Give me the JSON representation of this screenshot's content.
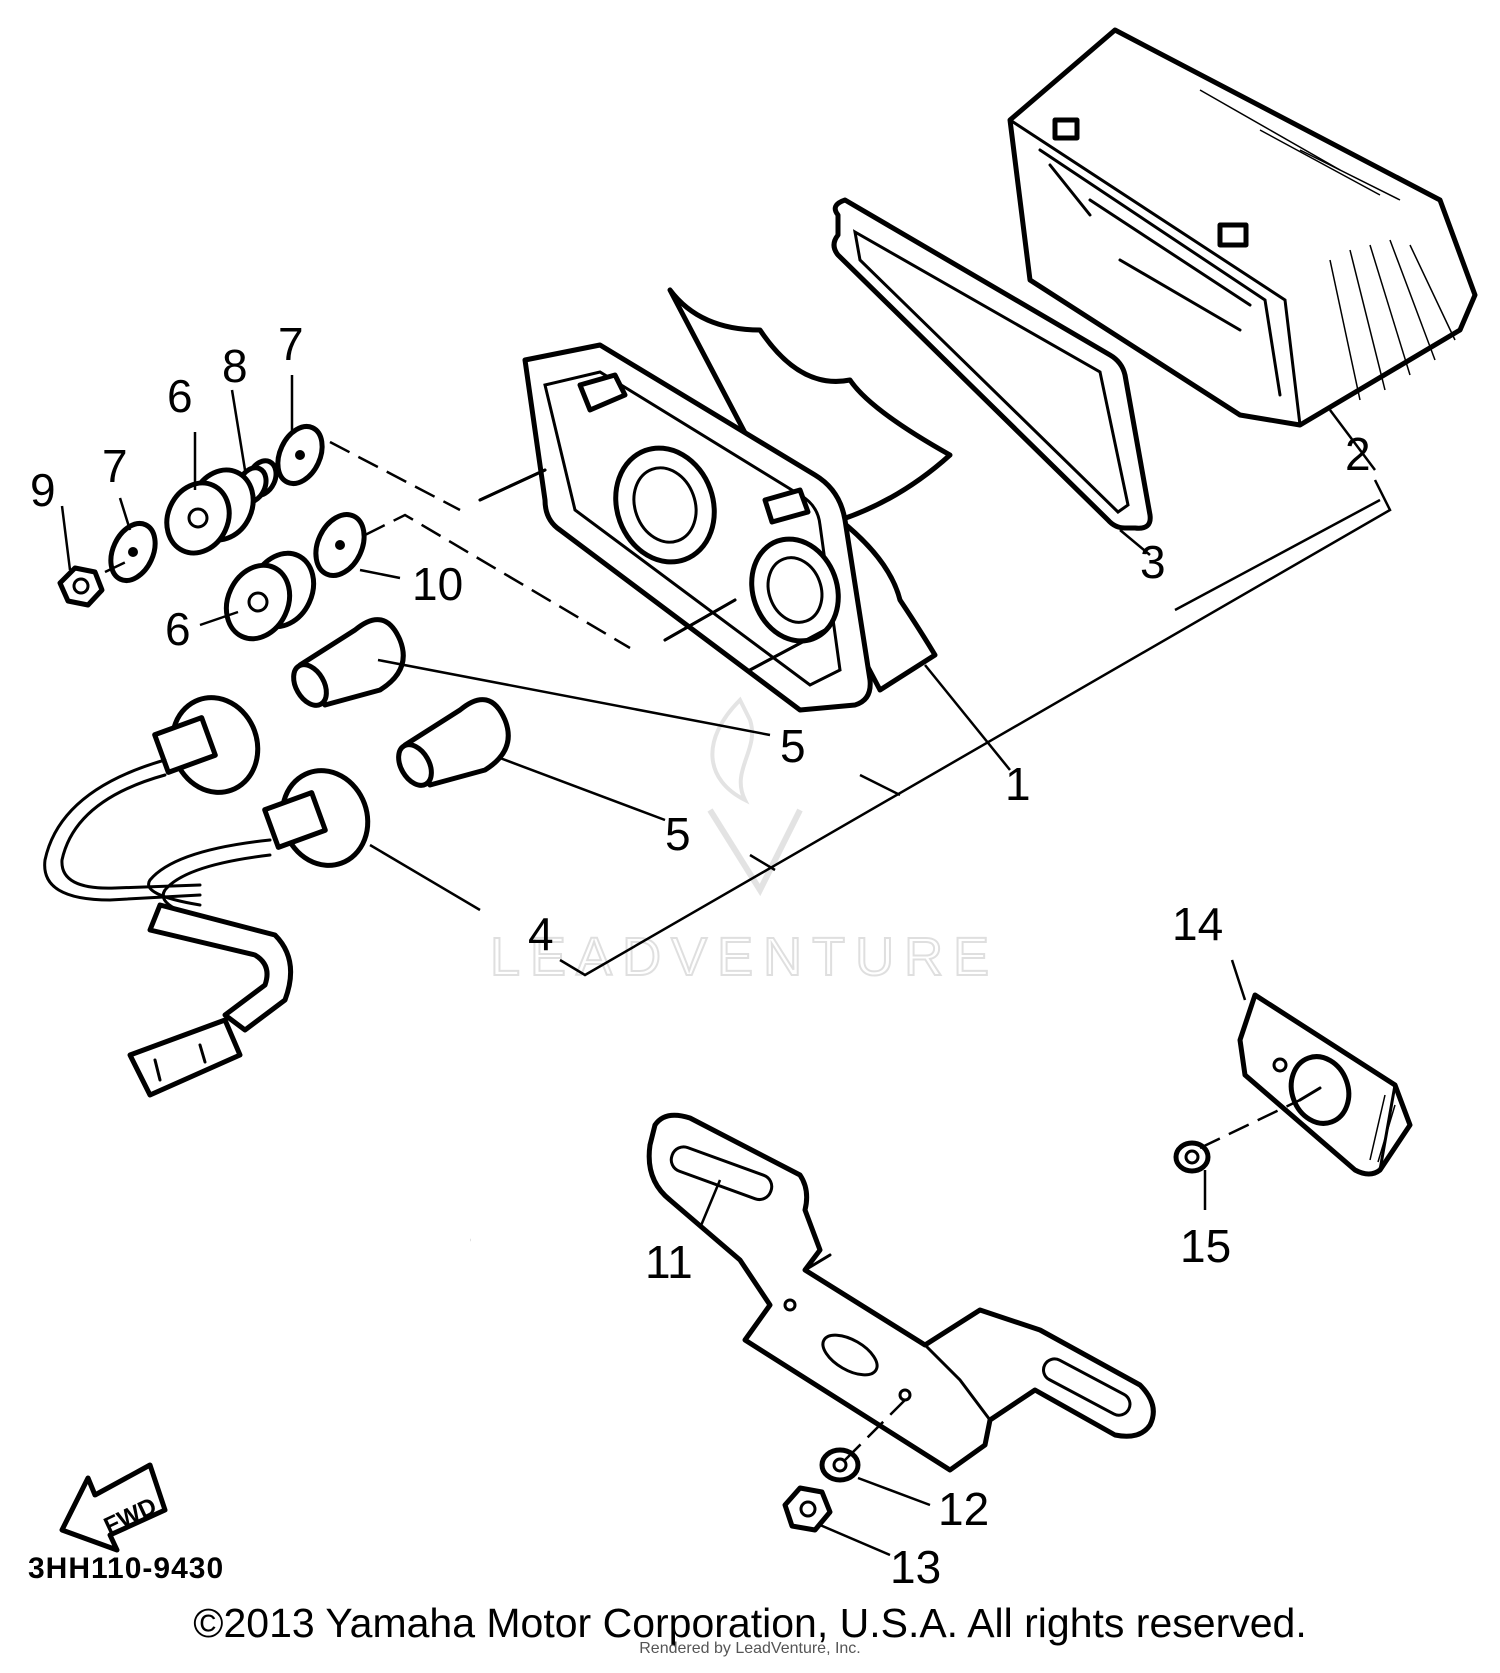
{
  "diagram": {
    "code": "3HH110-9430",
    "copyright": "©2013 Yamaha Motor Corporation, U.S.A. All rights reserved.",
    "rendered_by": "Rendered by LeadVenture, Inc.",
    "watermark": "LEADVENTURE",
    "fwd_label": "FWD",
    "callouts": [
      "1",
      "2",
      "3",
      "4",
      "5",
      "5",
      "6",
      "6",
      "7",
      "7",
      "8",
      "9",
      "10",
      "11",
      "12",
      "13",
      "14",
      "15"
    ]
  }
}
